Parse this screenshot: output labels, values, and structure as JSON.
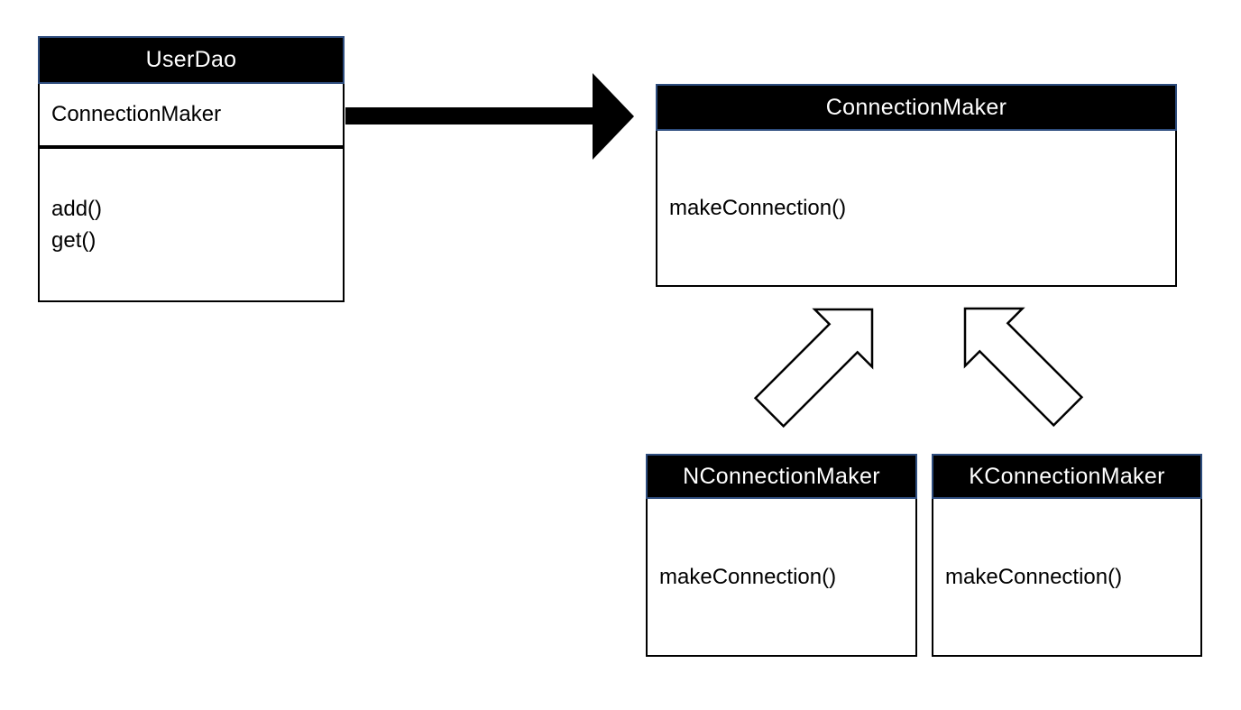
{
  "diagram": {
    "classes": [
      {
        "name": "UserDao",
        "attributes": [
          "ConnectionMaker"
        ],
        "methods": [
          "add()",
          "get()"
        ]
      },
      {
        "name": "ConnectionMaker",
        "attributes": [],
        "methods": [
          "makeConnection()"
        ]
      },
      {
        "name": "NConnectionMaker",
        "attributes": [],
        "methods": [
          "makeConnection()"
        ]
      },
      {
        "name": "KConnectionMaker",
        "attributes": [],
        "methods": [
          "makeConnection()"
        ]
      }
    ],
    "relations": [
      {
        "type": "dependency-solid-arrow",
        "from": "UserDao",
        "to": "ConnectionMaker"
      },
      {
        "type": "generalization-hollow-arrow",
        "from": "NConnectionMaker",
        "to": "ConnectionMaker"
      },
      {
        "type": "generalization-hollow-arrow",
        "from": "KConnectionMaker",
        "to": "ConnectionMaker"
      }
    ],
    "colors": {
      "canvas_bg": "#ffffff",
      "box_bg": "#ffffff",
      "box_border": "#000000",
      "header_bg": "#000000",
      "header_border": "#2e4d7e",
      "header_text": "#ffffff",
      "body_text": "#000000",
      "solid_arrow": "#000000",
      "hollow_arrow_fill": "#ffffff",
      "hollow_arrow_stroke": "#000000"
    }
  }
}
